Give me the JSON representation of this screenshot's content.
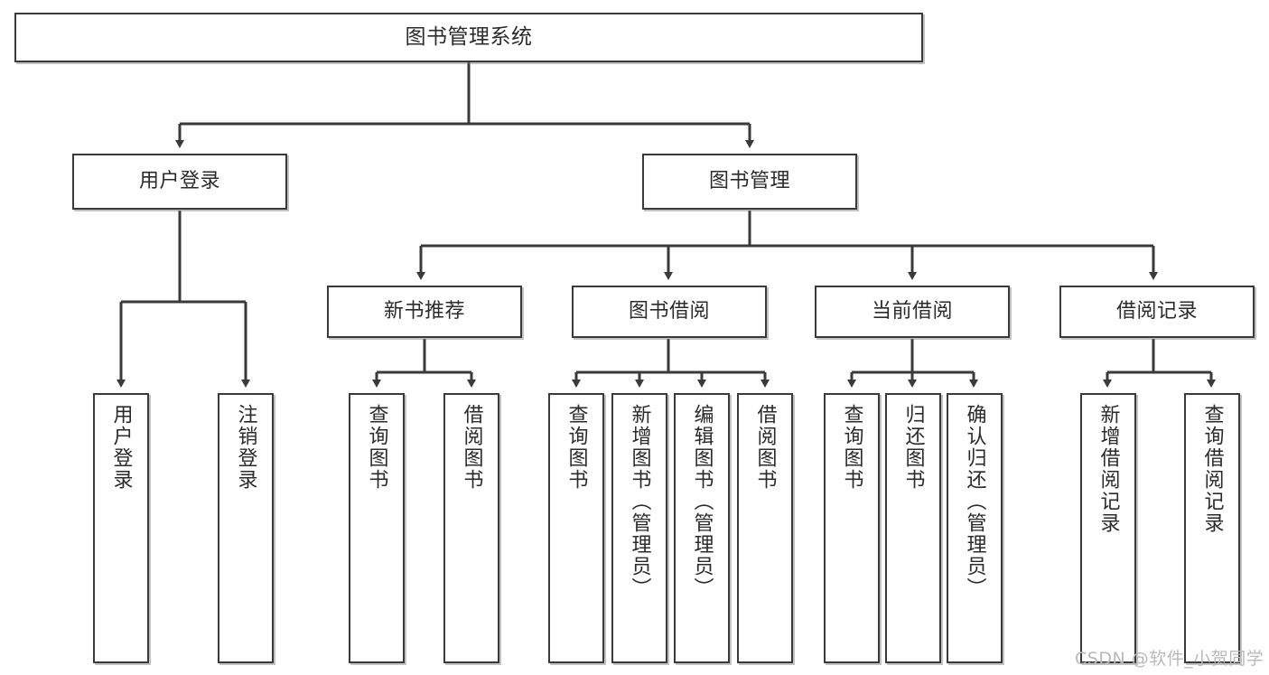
{
  "diagram": {
    "type": "tree",
    "title": "图书管理系统",
    "orientation": "top-down",
    "colors": {
      "box_border": "#3a3a3a",
      "box_fill": "#ffffff",
      "edge": "#3a3a3a",
      "text": "#2b2b2b",
      "watermark": "#b9b9b9"
    },
    "root": {
      "label": "图书管理系统"
    },
    "level2": [
      {
        "label": "用户登录"
      },
      {
        "label": "图书管理"
      }
    ],
    "level3": [
      {
        "label": "新书推荐"
      },
      {
        "label": "图书借阅"
      },
      {
        "label": "当前借阅"
      },
      {
        "label": "借阅记录"
      }
    ],
    "leaves": {
      "user_login": [
        {
          "label": "用户登录"
        },
        {
          "label": "注销登录"
        }
      ],
      "new_book_recommend": [
        {
          "label": "查询图书"
        },
        {
          "label": "借阅图书"
        }
      ],
      "book_borrow": [
        {
          "label": "查询图书"
        },
        {
          "label": "新增图书（管理员）"
        },
        {
          "label": "编辑图书（管理员）"
        },
        {
          "label": "借阅图书"
        }
      ],
      "current_borrow": [
        {
          "label": "查询图书"
        },
        {
          "label": "归还图书"
        },
        {
          "label": "确认归还（管理员）"
        }
      ],
      "borrow_record": [
        {
          "label": "新增借阅记录"
        },
        {
          "label": "查询借阅记录"
        }
      ]
    }
  },
  "watermark": {
    "text": "CSDN @软件_小贺同学"
  }
}
